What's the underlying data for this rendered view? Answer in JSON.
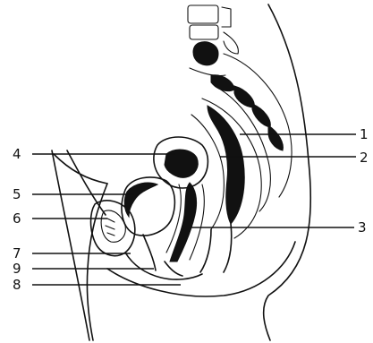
{
  "diagram": {
    "labels": [
      {
        "id": "1",
        "text": "1"
      },
      {
        "id": "2",
        "text": "2"
      },
      {
        "id": "3",
        "text": "3"
      },
      {
        "id": "4",
        "text": "4"
      },
      {
        "id": "5",
        "text": "5"
      },
      {
        "id": "6",
        "text": "6"
      },
      {
        "id": "7",
        "text": "7"
      },
      {
        "id": "9",
        "text": "9"
      },
      {
        "id": "8",
        "text": "8"
      }
    ],
    "colors": {
      "ink": "#111111",
      "background": "#ffffff"
    }
  }
}
